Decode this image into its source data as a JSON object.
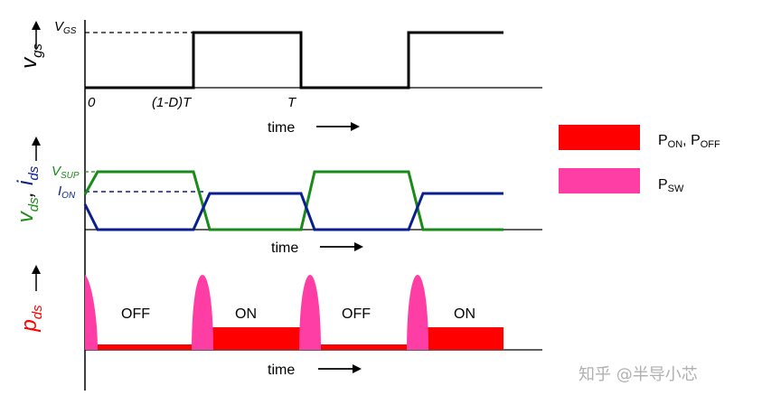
{
  "panel1": {
    "y_label": "v",
    "y_label_sub": "gs",
    "v_label": "V",
    "v_label_sub": "GS",
    "tick_0": "0",
    "tick_1": "(1-D)T",
    "tick_2": "T",
    "time_label": "time"
  },
  "panel2": {
    "y_label_v": "v",
    "y_label_v_sub": "ds",
    "y_label_sep": ", ",
    "y_label_i": "i",
    "y_label_i_sub": "ds",
    "vsup_label": "V",
    "vsup_sub": "SUP",
    "ion_label": "I",
    "ion_sub": "ON",
    "time_label": "time"
  },
  "panel3": {
    "y_label": "p",
    "y_label_sub": "ds",
    "off_1": "OFF",
    "on_1": "ON",
    "off_2": "OFF",
    "on_2": "ON",
    "time_label": "time"
  },
  "legend": {
    "pon_main": "P",
    "pon_sub": "ON",
    "sep": ", ",
    "poff_main": "P",
    "poff_sub": "OFF",
    "psw_main": "P",
    "psw_sub": "SW"
  },
  "watermark": "知乎 @半导小芯",
  "colors": {
    "vgs": "#000000",
    "vds": "#1a8a1a",
    "ids": "#0a1f8f",
    "conduction": "#ff0000",
    "switching": "#ff3ea5",
    "label_red": "#ff0000"
  }
}
